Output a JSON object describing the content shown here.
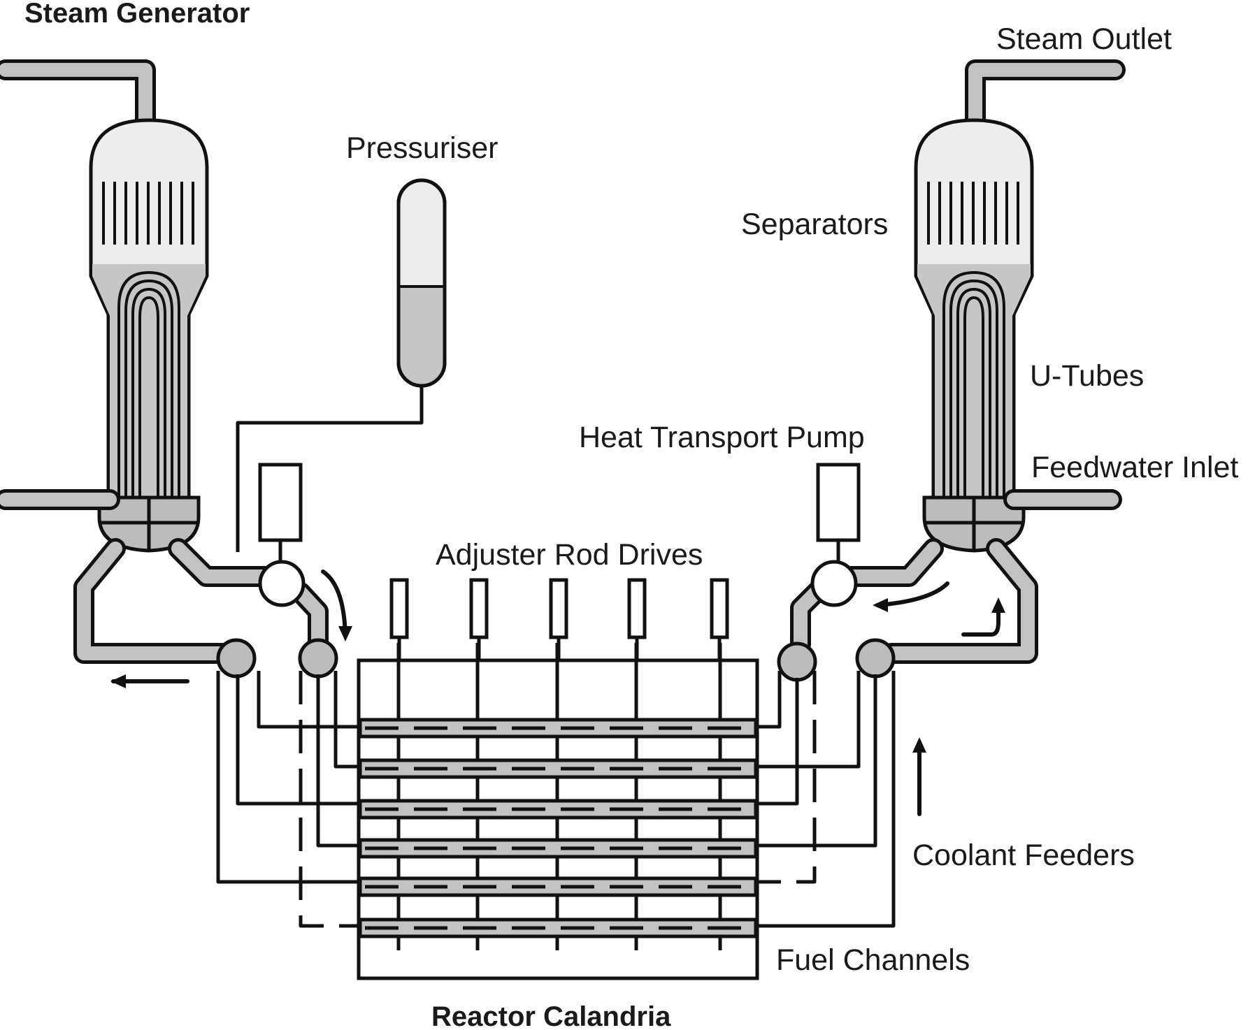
{
  "labels": {
    "steam_generator": "Steam Generator",
    "pressuriser": "Pressuriser",
    "steam_outlet": "Steam Outlet",
    "separators": "Separators",
    "u_tubes": "U-Tubes",
    "heat_transport_pump": "Heat Transport Pump",
    "feedwater_inlet": "Feedwater Inlet",
    "adjuster_rod_drives": "Adjuster Rod Drives",
    "coolant_feeders": "Coolant Feeders",
    "fuel_channels": "Fuel Channels",
    "reactor_calandria": "Reactor Calandria"
  },
  "colors": {
    "line": "#111111",
    "pipe_fill": "#c2c2c2",
    "water": "#c6c6c6",
    "steam": "#ededed",
    "background": "#ffffff"
  }
}
